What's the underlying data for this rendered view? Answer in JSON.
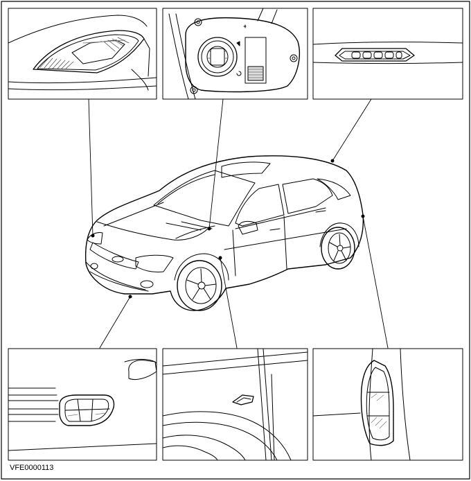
{
  "figure": {
    "reference_code": "VFE0000113",
    "panels": [
      {
        "id": "headlamp",
        "position": "top-left"
      },
      {
        "id": "light-switch",
        "position": "top-center"
      },
      {
        "id": "high-mounted-stop-lamp",
        "position": "top-right"
      },
      {
        "id": "fog-lamp",
        "position": "bottom-left"
      },
      {
        "id": "side-repeater-lamp",
        "position": "bottom-center"
      },
      {
        "id": "rear-lamp",
        "position": "bottom-right"
      }
    ],
    "colors": {
      "line": "#000000",
      "background": "#ffffff",
      "shade": "#bdbdbd"
    }
  }
}
